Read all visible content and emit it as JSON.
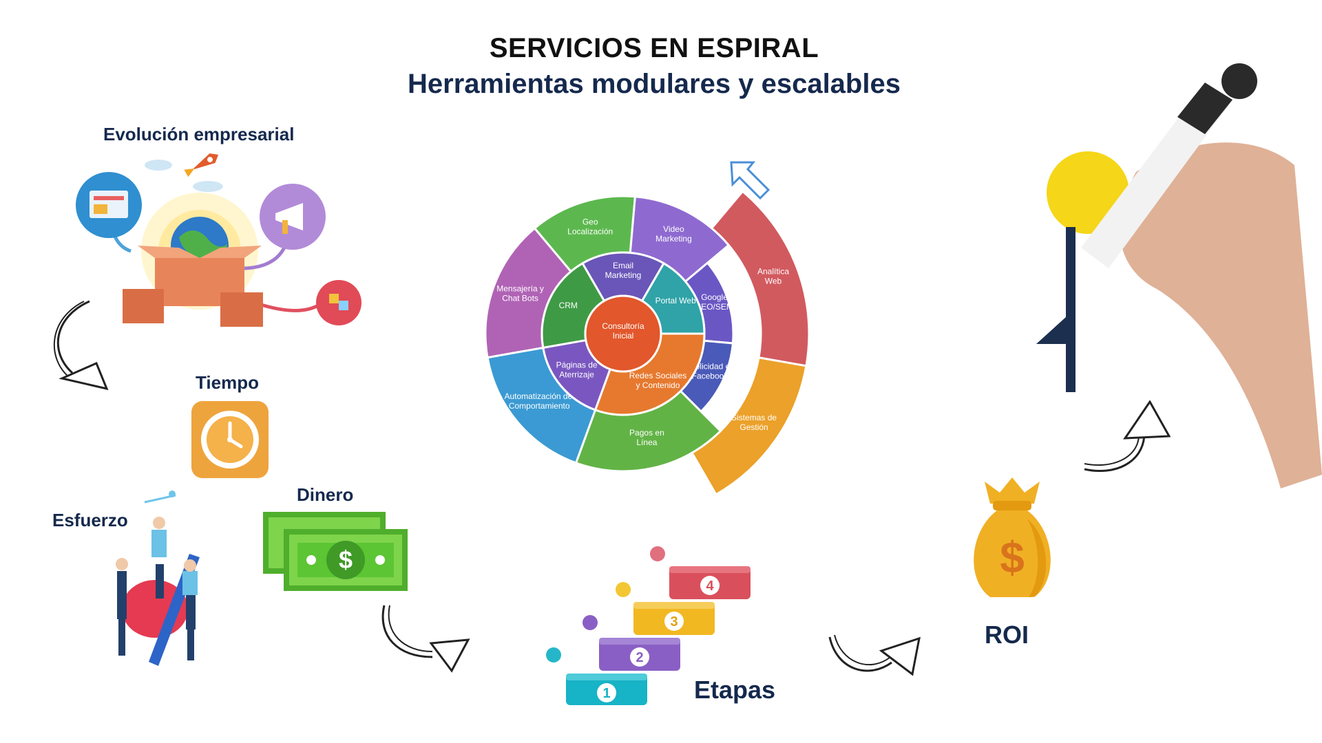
{
  "header": {
    "title": "SERVICIOS EN ESPIRAL",
    "subtitle": "Herramientas modulares y escalables"
  },
  "labels": {
    "evolucion": "Evolución empresarial",
    "tiempo": "Tiempo",
    "esfuerzo": "Esfuerzo",
    "dinero": "Dinero",
    "etapas": "Etapas",
    "roi": "ROI"
  },
  "wheel": {
    "center": "Consultoría Inicial",
    "inner": [
      {
        "label": "Email Marketing",
        "color": "#6a56b8"
      },
      {
        "label": "Portal Web",
        "color": "#2fa3a8"
      },
      {
        "label": "CRM",
        "color": "#3f9a46"
      },
      {
        "label": "Páginas de Aterrizaje",
        "color": "#7a57c0"
      },
      {
        "label": "Redes Sociales y Contenido",
        "color": "#e6792e"
      }
    ],
    "middle": [
      {
        "label": "Geo Localización",
        "color": "#5cb84e"
      },
      {
        "label": "Video Marketing",
        "color": "#8e6ad0"
      },
      {
        "label": "Google SEO/SEM",
        "color": "#6b57c4"
      },
      {
        "label": "Publicidad en Facebook",
        "color": "#4a5ab8"
      },
      {
        "label": "Mensajería y Chat Bots",
        "color": "#b063b5"
      },
      {
        "label": "Automatización del Comportamiento",
        "color": "#3b9ad3"
      },
      {
        "label": "Pagos en Línea",
        "color": "#62b346"
      }
    ],
    "outer": [
      {
        "label": "Analítica Web",
        "color": "#d15a5f"
      },
      {
        "label": "Sistemas de Gestión",
        "color": "#eba12a"
      }
    ]
  },
  "steps": [
    "1",
    "2",
    "3",
    "4"
  ],
  "money_symbol": "$",
  "icons": [
    "rocket-icon",
    "cloud-icon",
    "megaphone-icon",
    "puzzle-icon",
    "globe-icon",
    "clock-icon",
    "dollar-bill-icon",
    "money-bag-icon",
    "lightbulb-icon",
    "hand-marker-icon",
    "curved-arrow-icon"
  ],
  "colors": {
    "title": "#111111",
    "navy": "#15294d",
    "clock_bg": "#eea43c",
    "bill_green": "#5cc533",
    "bag_gold": "#f0b024",
    "step1": "#17b3c6",
    "step2": "#8a5fc5",
    "step3": "#f1b822",
    "step4": "#d9505c"
  }
}
